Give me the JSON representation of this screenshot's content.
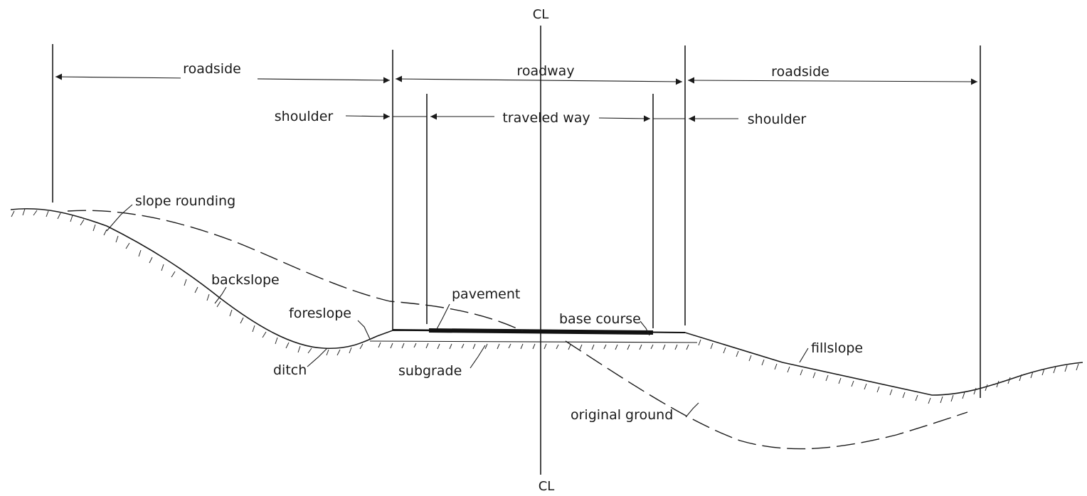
{
  "centerline": {
    "top_mark": "CL",
    "bottom_mark": "CL"
  },
  "dimensions": {
    "roadside_left": "roadside",
    "roadway": "roadway",
    "roadside_right": "roadside",
    "shoulder_left": "shoulder",
    "traveled_way": "traveled way",
    "shoulder_right": "shoulder"
  },
  "labels": {
    "slope_rounding": "slope rounding",
    "backslope": "backslope",
    "foreslope": "foreslope",
    "ditch": "ditch",
    "pavement": "pavement",
    "base_course": "base course",
    "subgrade": "subgrade",
    "fillslope": "fillslope",
    "original_ground": "original ground"
  }
}
